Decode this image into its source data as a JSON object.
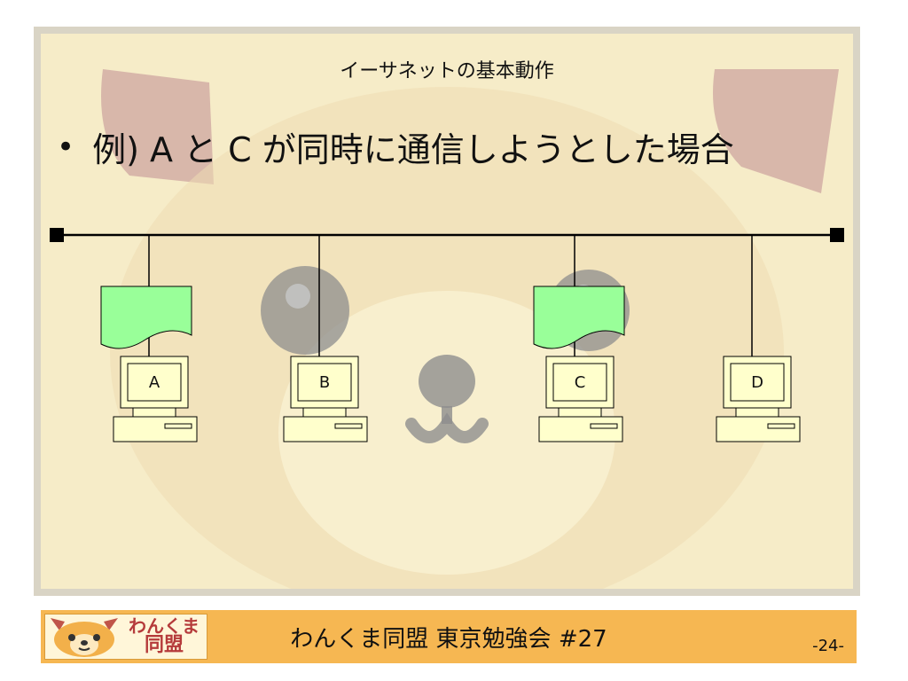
{
  "slide": {
    "title": "イーサネットの基本動作",
    "bullet_text": "例) A と C が同時に通信しようとした場合"
  },
  "diagram": {
    "nodes": [
      {
        "id": "A",
        "label": "A",
        "sending": true
      },
      {
        "id": "B",
        "label": "B",
        "sending": false
      },
      {
        "id": "C",
        "label": "C",
        "sending": true
      },
      {
        "id": "D",
        "label": "D",
        "sending": false
      }
    ],
    "colors": {
      "frame": "#99ff99",
      "pc": "#ffffcc",
      "line": "#000000"
    }
  },
  "footer": {
    "logo_top": "わんくま",
    "logo_bottom": "同盟",
    "title": "わんくま同盟 東京勉強会 #27",
    "page_number": "-24-"
  }
}
